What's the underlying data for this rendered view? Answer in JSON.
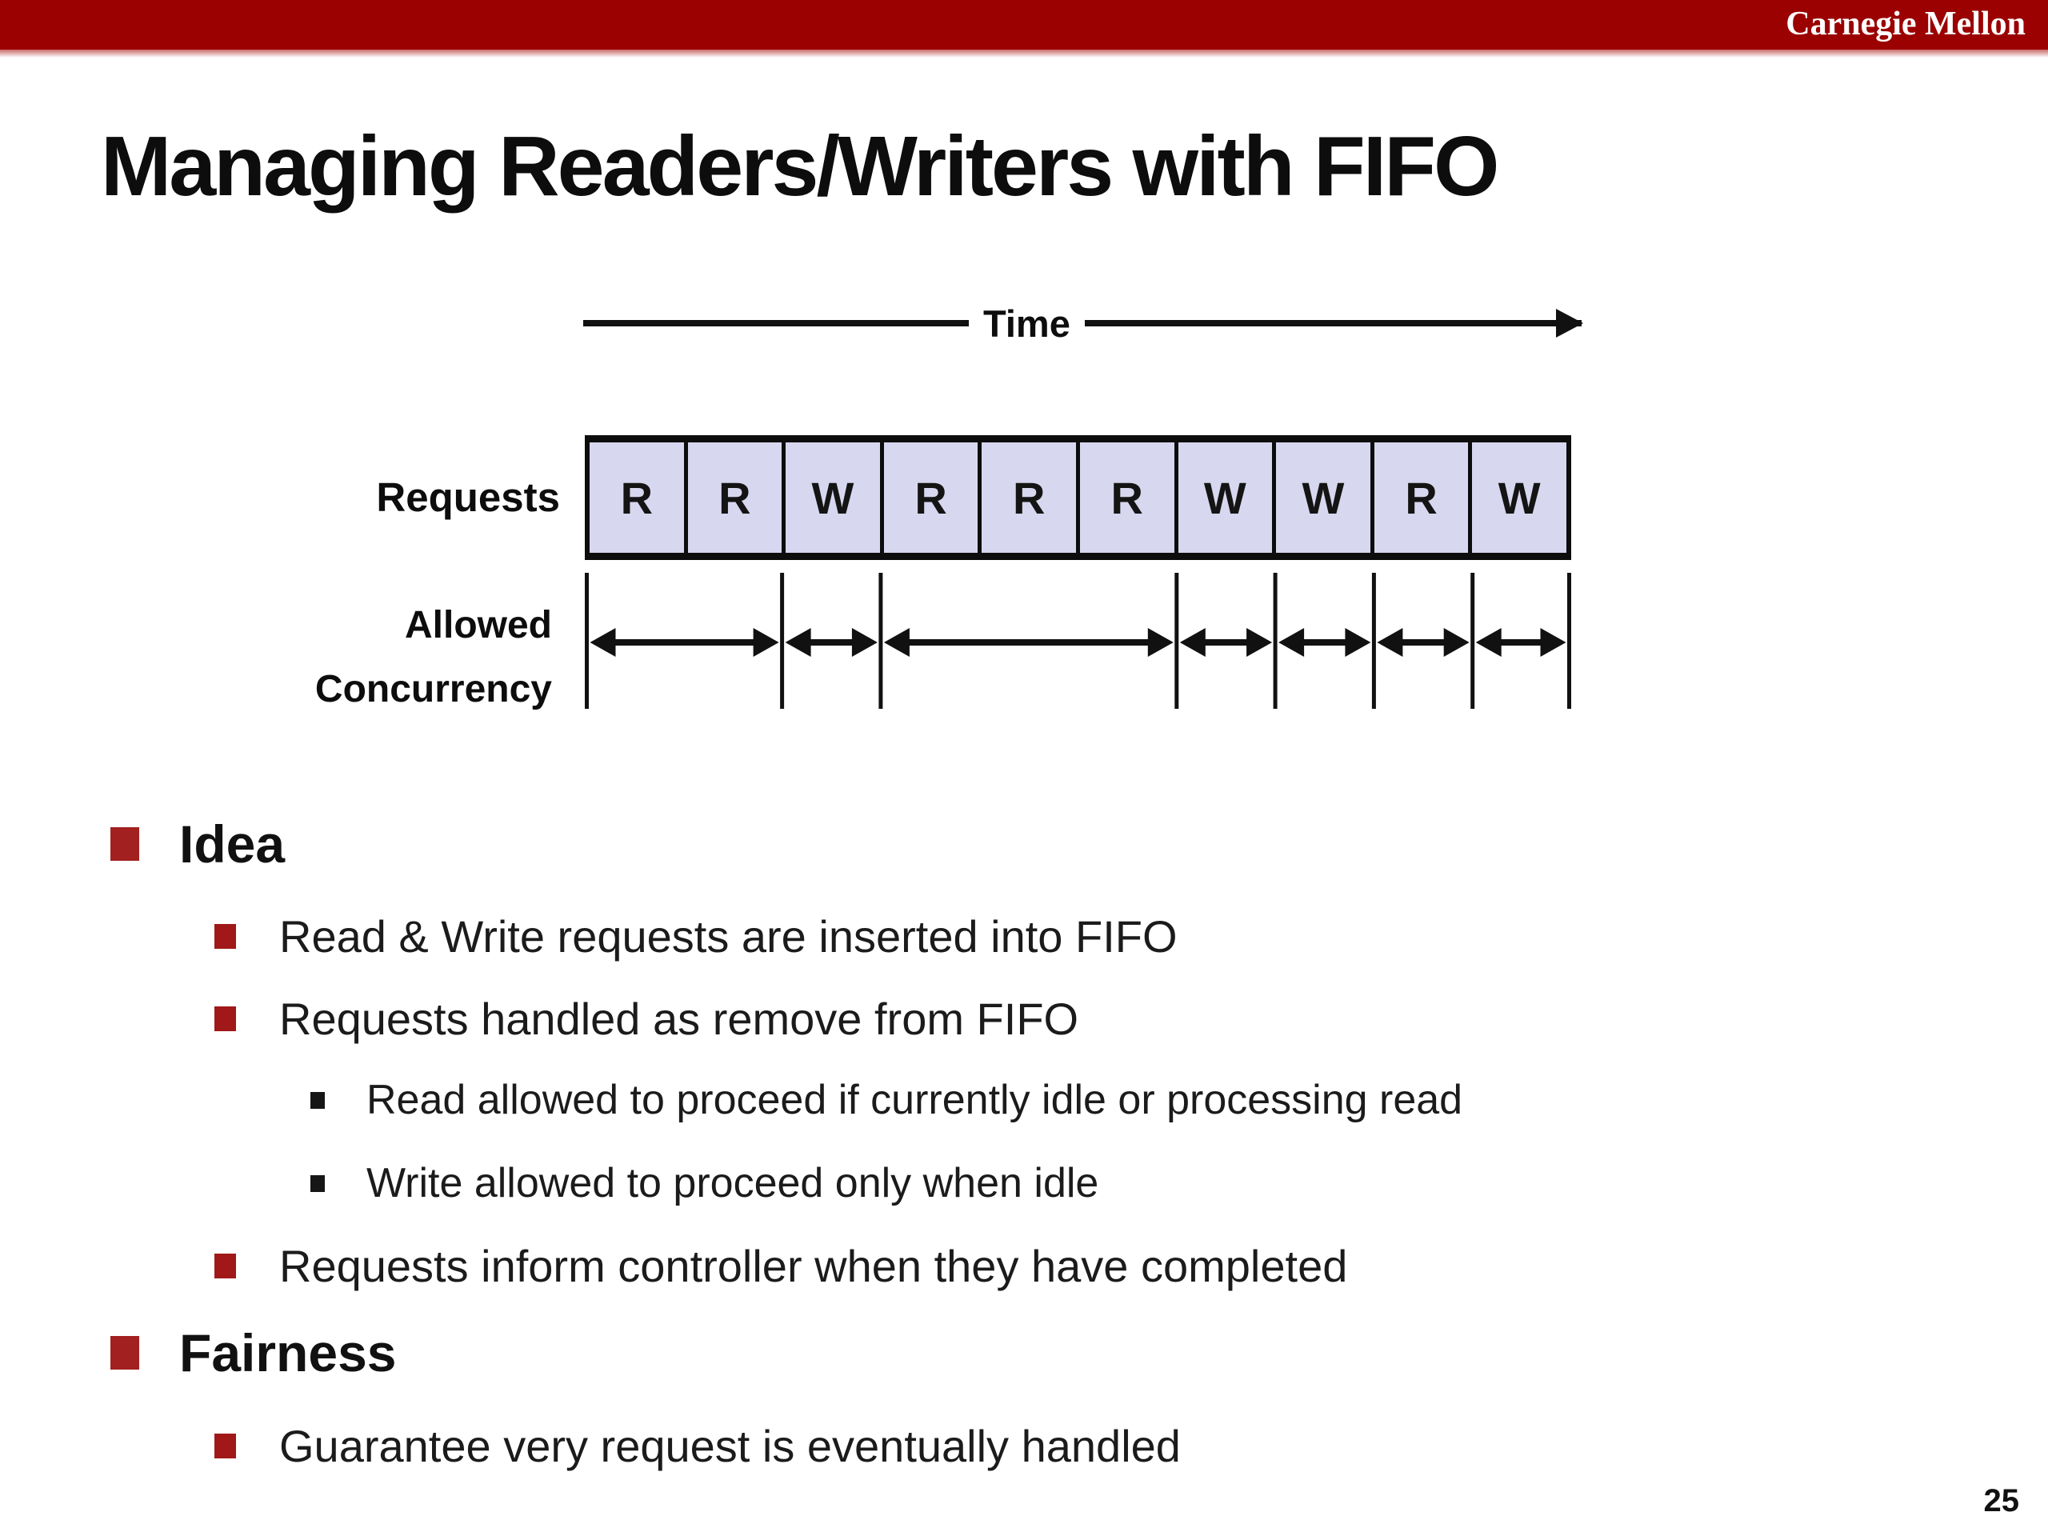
{
  "header": {
    "brand": "Carnegie Mellon",
    "bar_color": "#9b0101"
  },
  "slide": {
    "title": "Managing Readers/Writers with FIFO",
    "page_number": "25"
  },
  "diagram": {
    "time_label": "Time",
    "requests_label": "Requests",
    "concurrency_label_line1": "Allowed",
    "concurrency_label_line2": "Concurrency",
    "requests": [
      "R",
      "R",
      "W",
      "R",
      "R",
      "R",
      "W",
      "W",
      "R",
      "W"
    ],
    "concurrency_spans": [
      2,
      1,
      3,
      1,
      1,
      1,
      1
    ],
    "box_fill": "#d7d7ef",
    "line_color": "#111111"
  },
  "bullets": [
    {
      "level": 1,
      "text": "Idea"
    },
    {
      "level": 2,
      "text": "Read & Write requests are inserted into FIFO"
    },
    {
      "level": 2,
      "text": "Requests handled as remove from FIFO"
    },
    {
      "level": 3,
      "text": "Read allowed to proceed if currently idle or processing read"
    },
    {
      "level": 3,
      "text": "Write allowed to proceed only when idle"
    },
    {
      "level": 2,
      "text": "Requests inform controller when they have completed"
    },
    {
      "level": 1,
      "text": "Fairness"
    },
    {
      "level": 2,
      "text": "Guarantee very request is eventually handled"
    }
  ],
  "colors": {
    "bullet_red": "#a32020",
    "bar_red": "#9b0101",
    "box_lavender": "#d7d7ef"
  }
}
